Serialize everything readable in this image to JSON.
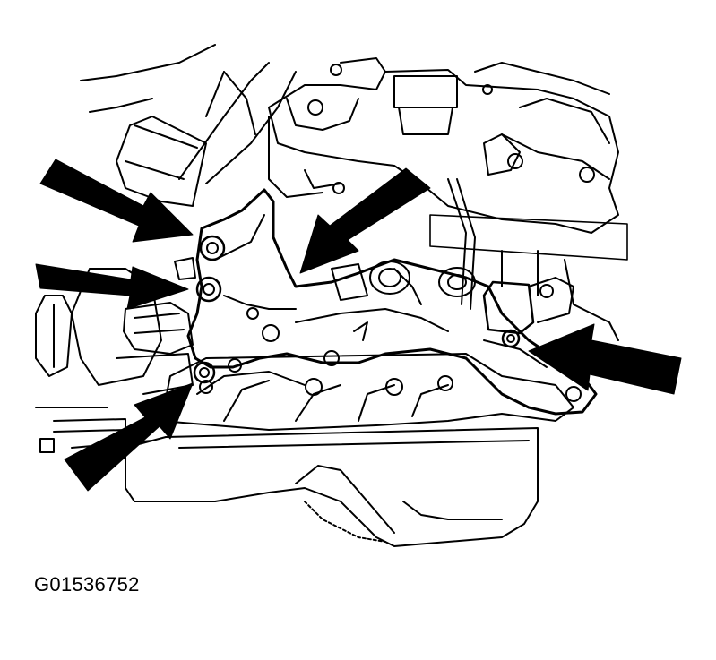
{
  "figure": {
    "id_label": "G01536752",
    "subject": "engine-exhaust-manifold-line-drawing",
    "arrow_count": 5,
    "colors": {
      "ink": "#000000",
      "paper": "#ffffff"
    }
  }
}
